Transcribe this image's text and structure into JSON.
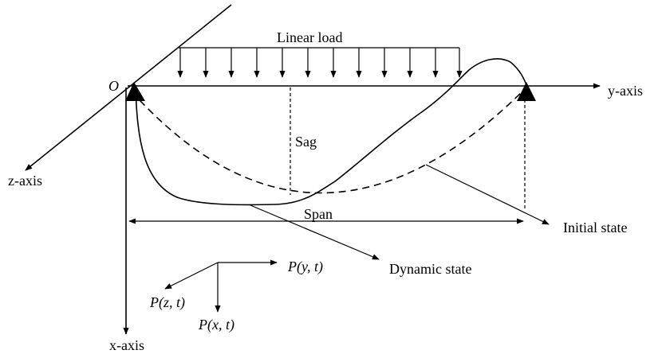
{
  "labels": {
    "origin": "O",
    "linear_load": "Linear load",
    "y_axis": "y-axis",
    "z_axis": "z-axis",
    "x_axis": "x-axis",
    "sag": "Sag",
    "span": "Span",
    "initial_state": "Initial state",
    "dynamic_state": "Dynamic state",
    "p_y": "P(y, t)",
    "p_z": "P(z, t)",
    "p_x": "P(x, t)"
  }
}
